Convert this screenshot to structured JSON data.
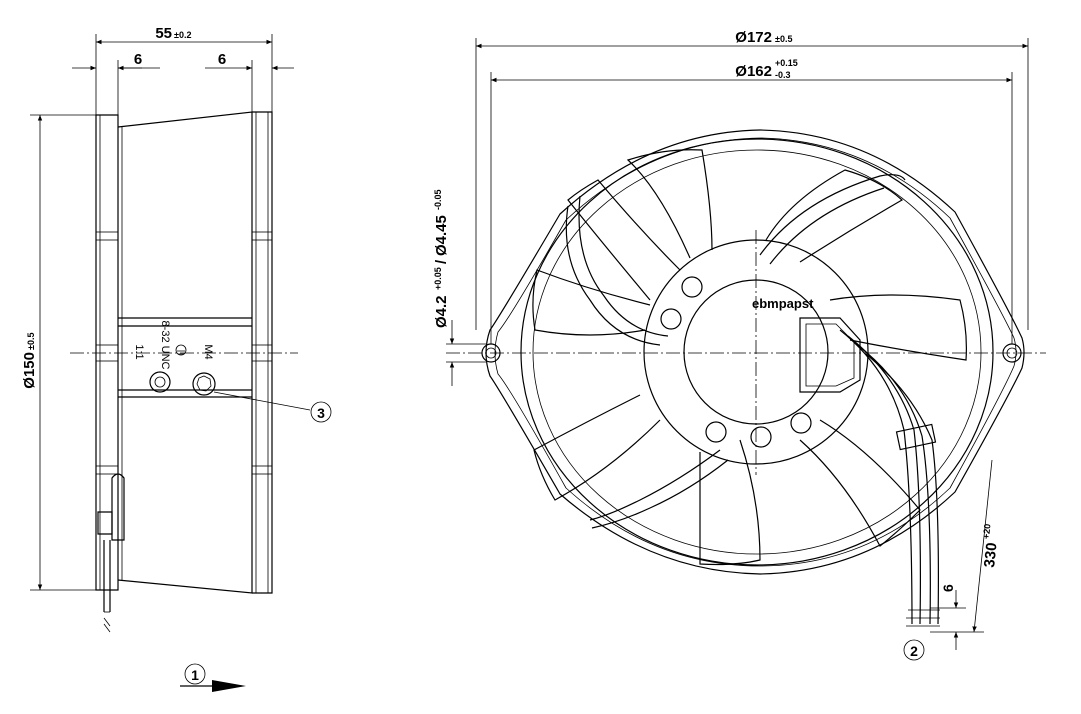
{
  "dimensions": {
    "depth": {
      "value": "55",
      "tol": "±0.2"
    },
    "flange_left": "6",
    "flange_right": "6",
    "side_diameter": {
      "value": "Ø150",
      "tol": "±0.5"
    },
    "outer_diameter": {
      "value": "Ø172",
      "tol": "±0.5"
    },
    "inner_diameter": {
      "value": "Ø162",
      "tol_upper": "+0.15",
      "tol_lower": "-0.3"
    },
    "hole_diameter": {
      "value1": "Ø4.2",
      "tol1": "+0.05",
      "sep": "/",
      "value2": "Ø4.45",
      "tol2": "-0.05"
    },
    "lead_length": {
      "value": "330",
      "tol": "+20"
    },
    "strip_length": "6"
  },
  "side_labels": {
    "ground": "M4",
    "thread": "8-32 UNC",
    "unit": "1:1"
  },
  "logo": "ebmpapst",
  "callouts": [
    "1",
    "2",
    "3"
  ],
  "colors": {
    "line": "#000000",
    "background": "#ffffff"
  }
}
